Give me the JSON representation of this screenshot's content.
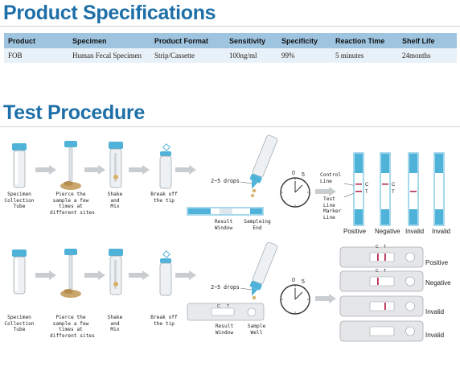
{
  "specs": {
    "title": "Product Specifications",
    "headers": [
      "Product",
      "Specimen",
      "Product Format",
      "Sensitivity",
      "Specificity",
      "Reaction Time",
      "Shelf Life"
    ],
    "row": [
      "FOB",
      "Human Fecal Specimen",
      "Strip/Cassette",
      "100ng/ml",
      "99%",
      "5 minutes",
      "24months"
    ]
  },
  "procedure": {
    "title": "Test Procedure",
    "row1": {
      "steps": [
        "Specimen\nCollection\nTube",
        "Pierce the\nsample a few\ntimes at\ndifferent sites",
        "Shake\nand\nMix",
        "Break off\nthe tip"
      ],
      "drops": "2~5 drops",
      "result_window": "Result\nWindow",
      "sampling_end": "Sampleing\nEnd",
      "timer": {
        "zero": "0",
        "five": "5"
      },
      "annot": {
        "control": "Control\nLine",
        "test": "Test\nLine",
        "marker": "Marker\nLine",
        "c": "C",
        "t": "T"
      },
      "results": [
        "Positive",
        "Negative",
        "Invalid",
        "Invalid"
      ]
    },
    "row2": {
      "steps": [
        "Specimen\nCollection\nTube",
        "Pierce the\nsample a few\ntimes at\ndifferent sites",
        "Shake\nand\nMix",
        "Break off\nthe tip"
      ],
      "drops": "2~5 drops",
      "result_window": "Result\nWindow",
      "sample_well": "Sample\nWell",
      "timer": {
        "zero": "0",
        "five": "5"
      },
      "ct": {
        "c": "C",
        "t": "T"
      },
      "results": [
        "Positive",
        "Negative",
        "Invalid",
        "Invalid"
      ]
    }
  },
  "colors": {
    "heading": "#1e6fa8",
    "header_row": "#9fc4e0",
    "data_row": "#e8f1f8",
    "cap": "#4fb3d9",
    "test_line": "#b5284e"
  }
}
